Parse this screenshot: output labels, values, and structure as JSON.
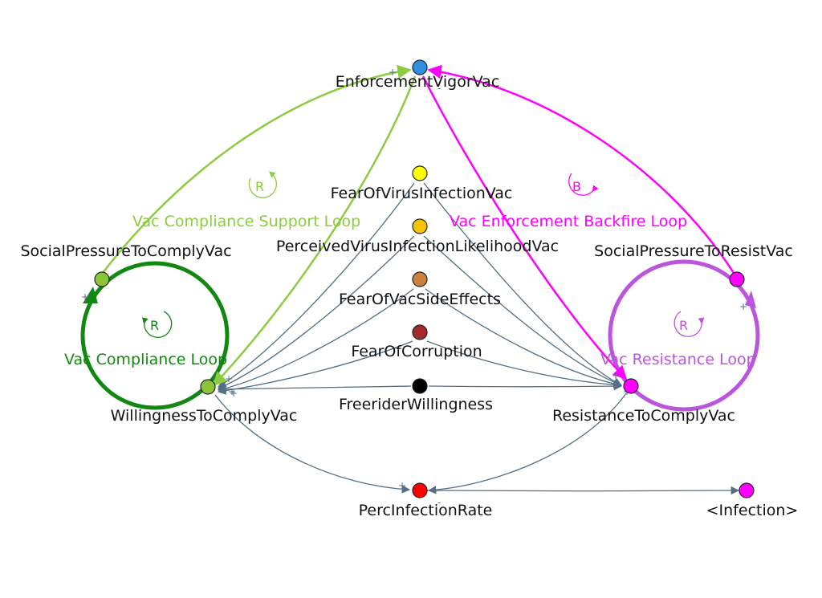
{
  "diagram": {
    "nodes": [
      {
        "id": "enforcement",
        "label": "EnforcementVigorVac",
        "color": "#2f8de4"
      },
      {
        "id": "fear_virus",
        "label": "FearOfVirusInfectionVac",
        "color": "#ffff00"
      },
      {
        "id": "perceived",
        "label": "PerceivedVirusInfectionLikelihoodVac",
        "color": "#f2c500"
      },
      {
        "id": "fear_side",
        "label": "FearOfVacSideEffects",
        "color": "#c9813c"
      },
      {
        "id": "fear_corruption",
        "label": "FearOfCorruption",
        "color": "#a52a2a"
      },
      {
        "id": "freerider",
        "label": "FreeriderWillingness",
        "color": "#000000"
      },
      {
        "id": "social_comply",
        "label": "SocialPressureToComplyVac",
        "color": "#8ac43a"
      },
      {
        "id": "willingness",
        "label": "WillingnessToComplyVac",
        "color": "#8ac43a"
      },
      {
        "id": "social_resist",
        "label": "SocialPressureToResistVac",
        "color": "#ff00ff"
      },
      {
        "id": "resistance",
        "label": "ResistanceToComplyVac",
        "color": "#ff00ff"
      },
      {
        "id": "perc_infection",
        "label": "PercInfectionRate",
        "color": "#ff0000"
      },
      {
        "id": "infection",
        "label": "<Infection>",
        "color": "#ff00ff"
      }
    ],
    "loops": [
      {
        "id": "compliance_support",
        "label": "Vac Compliance Support Loop",
        "letter": "R",
        "color": "#8ccb42"
      },
      {
        "id": "enforcement_backfire",
        "label": "Vac Enforcement Backfire Loop",
        "letter": "B",
        "color": "#ff00ff"
      },
      {
        "id": "compliance",
        "label": "Vac Compliance Loop",
        "letter": "R",
        "color": "#118811"
      },
      {
        "id": "resistance_loop",
        "label": "Vac Resistance Loop",
        "letter": "R",
        "color": "#bb55dd"
      }
    ],
    "polarity": {
      "plus": "+",
      "minus": "-"
    },
    "colors": {
      "link": "#546e84"
    }
  }
}
